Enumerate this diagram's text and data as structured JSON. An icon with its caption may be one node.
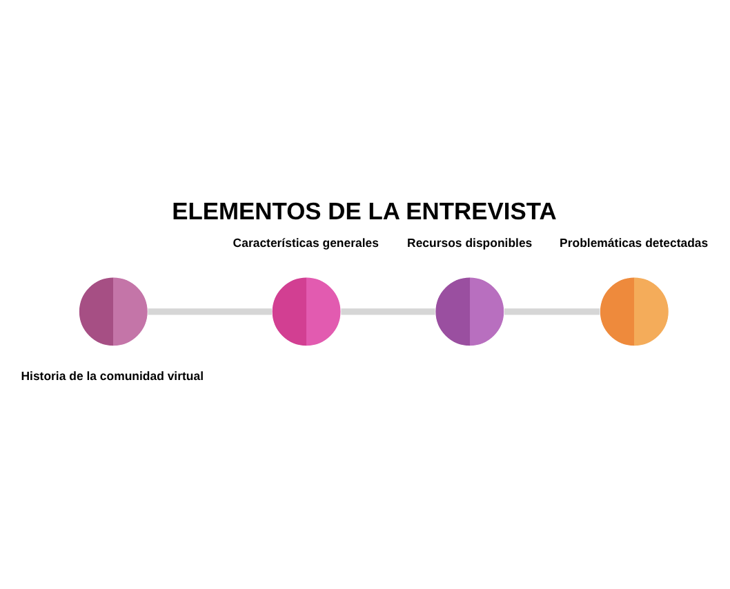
{
  "diagram": {
    "title": "ELEMENTOS DE LA ENTREVISTA",
    "nodes": [
      {
        "text": [],
        "shape": "circle",
        "beside": [
          "Historia de la comunidad virtual"
        ]
      },
      {
        "text": [],
        "shape": "circle",
        "beside": [
          "Características generales"
        ]
      },
      {
        "text": [],
        "shape": "circle",
        "beside": [
          "Recursos disponibles"
        ]
      },
      {
        "text": [],
        "shape": "circle",
        "beside": [
          "Problemáticas detectadas"
        ]
      }
    ],
    "edges": [
      {
        "from": 0,
        "to": 1,
        "arrow": "none"
      },
      {
        "from": 1,
        "to": 2,
        "arrow": "none"
      },
      {
        "from": 2,
        "to": 3,
        "arrow": "none"
      }
    ]
  }
}
